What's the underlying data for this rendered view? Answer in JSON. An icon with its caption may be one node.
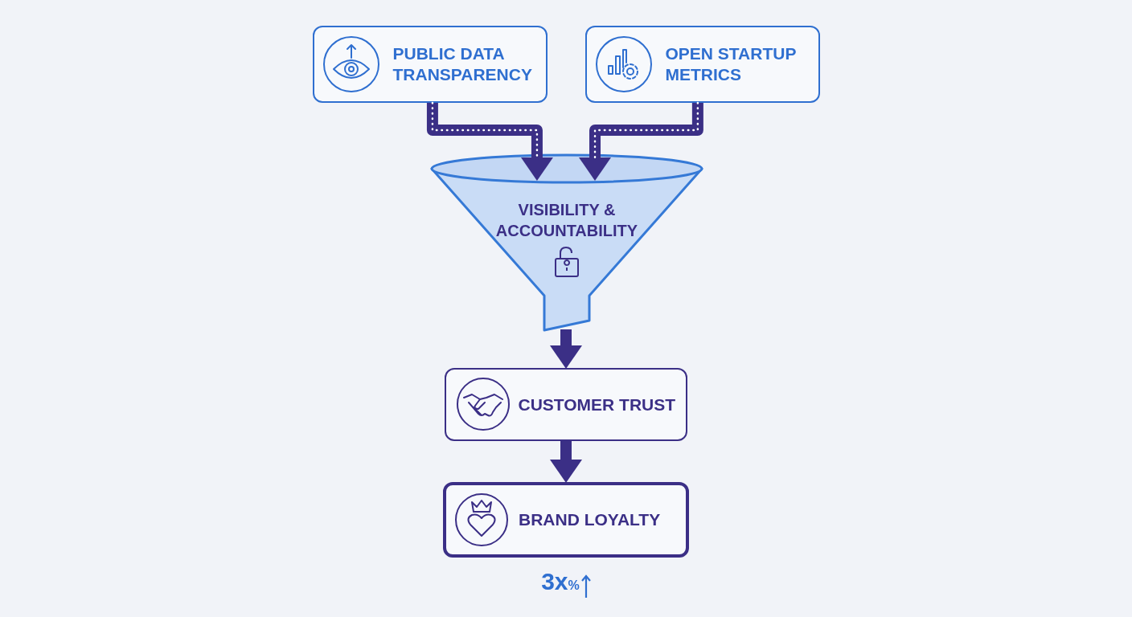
{
  "diagram": {
    "nodes": [
      {
        "text": [
          "PUBLIC DATA TRANSPARENCY"
        ]
      },
      {
        "text": [
          "OPEN STARTUP METRICS"
        ]
      },
      {
        "text": [
          "VISIBILITY & ACCOUNTABILITY"
        ]
      },
      {
        "text": [
          "CUSTOMER TRUST"
        ]
      },
      {
        "text": [
          "BRAND LOYALTY"
        ],
        "beside": [
          "3x$_{%}$"
        ]
      }
    ],
    "edges": [
      {
        "from": 0,
        "to": 2,
        "arrow": "to"
      },
      {
        "from": 1,
        "to": 2,
        "arrow": "to"
      },
      {
        "from": 2,
        "to": 3,
        "arrow": "to"
      },
      {
        "from": 3,
        "to": 4,
        "arrow": "to"
      }
    ]
  }
}
